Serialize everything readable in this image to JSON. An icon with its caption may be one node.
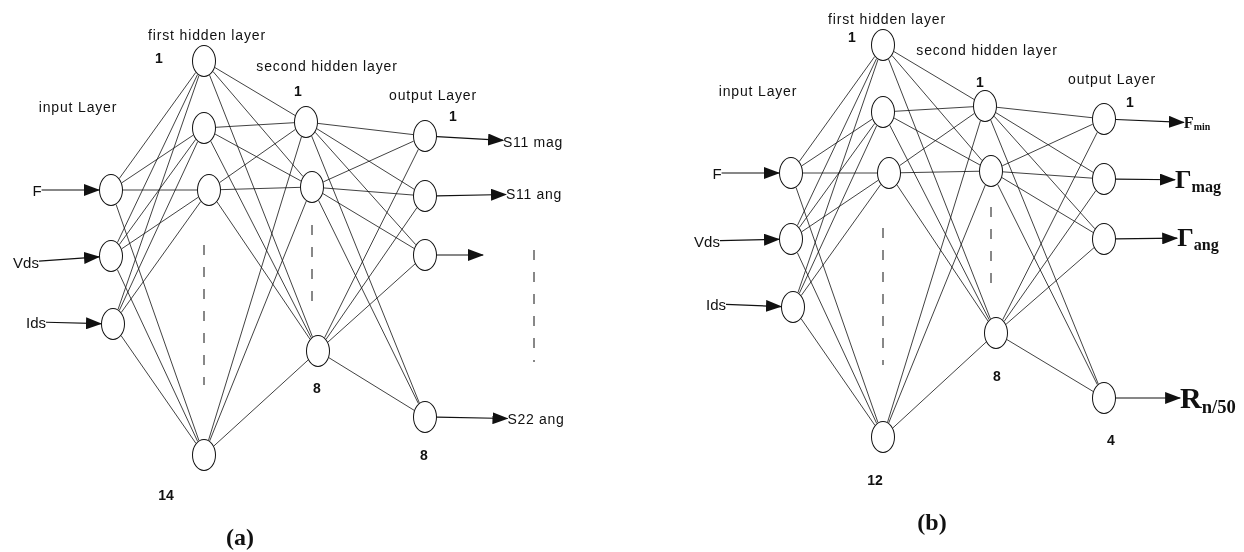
{
  "diagram": {
    "nodes": [
      {
        "text": [
          "F"
        ]
      },
      {
        "text": [
          "Vds"
        ]
      },
      {
        "text": [
          "Ids"
        ]
      },
      {
        "text": [],
        "shape": "circle"
      },
      {
        "text": [],
        "shape": "circle"
      },
      {
        "text": [],
        "shape": "circle"
      },
      {
        "text": [],
        "shape": "circle"
      },
      {
        "text": [],
        "shape": "circle"
      },
      {
        "text": [],
        "shape": "circle"
      },
      {
        "text": [],
        "shape": "circle"
      },
      {
        "text": [],
        "shape": "circle"
      },
      {
        "text": [],
        "shape": "circle"
      },
      {
        "text": [],
        "shape": "circle"
      },
      {
        "text": [],
        "shape": "circle"
      },
      {
        "text": [],
        "shape": "circle"
      },
      {
        "text": [],
        "shape": "circle"
      },
      {
        "text": [],
        "shape": "circle"
      },
      {
        "text": [
          "S11 mag"
        ]
      },
      {
        "text": [
          "S11 ang"
        ]
      },
      {
        "text": [
          "S22 ang"
        ]
      },
      {
        "text": [
          "F"
        ]
      },
      {
        "text": [
          "Vds"
        ]
      },
      {
        "text": [
          "Ids"
        ]
      },
      {
        "text": [],
        "shape": "circle"
      },
      {
        "text": [],
        "shape": "circle"
      },
      {
        "text": [],
        "shape": "circle"
      },
      {
        "text": [],
        "shape": "circle"
      },
      {
        "text": [],
        "shape": "circle"
      },
      {
        "text": [],
        "shape": "circle"
      },
      {
        "text": [],
        "shape": "circle"
      },
      {
        "text": [],
        "shape": "circle"
      },
      {
        "text": [],
        "shape": "circle"
      },
      {
        "text": [],
        "shape": "circle"
      },
      {
        "text": [],
        "shape": "circle"
      },
      {
        "text": [],
        "shape": "circle"
      },
      {
        "text": [],
        "shape": "circle"
      },
      {
        "text": [],
        "shape": "circle"
      },
      {
        "text": [
          "F$_{min}$"
        ]
      },
      {
        "text": [
          "Γ$_{mag}$"
        ]
      },
      {
        "text": [
          "Γ$_{ang}$"
        ]
      },
      {
        "text": [
          "R$_{n/50}$"
        ]
      }
    ],
    "edges": [
      {
        "from": 0,
        "to": 3,
        "arrow": "to"
      },
      {
        "from": 1,
        "to": 4,
        "arrow": "to"
      },
      {
        "from": 2,
        "to": 5,
        "arrow": "to"
      },
      {
        "from": 3,
        "to": 6,
        "arrow": "none"
      },
      {
        "from": 3,
        "to": 7,
        "arrow": "none"
      },
      {
        "from": 3,
        "to": 8,
        "arrow": "none"
      },
      {
        "from": 3,
        "to": 9,
        "arrow": "none"
      },
      {
        "from": 4,
        "to": 6,
        "arrow": "none"
      },
      {
        "from": 4,
        "to": 7,
        "arrow": "none"
      },
      {
        "from": 4,
        "to": 8,
        "arrow": "none"
      },
      {
        "from": 4,
        "to": 9,
        "arrow": "none"
      },
      {
        "from": 5,
        "to": 6,
        "arrow": "none"
      },
      {
        "from": 5,
        "to": 7,
        "arrow": "none"
      },
      {
        "from": 5,
        "to": 8,
        "arrow": "none"
      },
      {
        "from": 5,
        "to": 9,
        "arrow": "none"
      },
      {
        "from": 6,
        "to": 10,
        "arrow": "none"
      },
      {
        "from": 6,
        "to": 11,
        "arrow": "none"
      },
      {
        "from": 6,
        "to": 12,
        "arrow": "none"
      },
      {
        "from": 7,
        "to": 10,
        "arrow": "none"
      },
      {
        "from": 7,
        "to": 11,
        "arrow": "none"
      },
      {
        "from": 7,
        "to": 12,
        "arrow": "none"
      },
      {
        "from": 8,
        "to": 10,
        "arrow": "none"
      },
      {
        "from": 8,
        "to": 11,
        "arrow": "none"
      },
      {
        "from": 8,
        "to": 12,
        "arrow": "none"
      },
      {
        "from": 9,
        "to": 10,
        "arrow": "none"
      },
      {
        "from": 9,
        "to": 11,
        "arrow": "none"
      },
      {
        "from": 9,
        "to": 12,
        "arrow": "none"
      },
      {
        "from": 10,
        "to": 13,
        "arrow": "none"
      },
      {
        "from": 10,
        "to": 14,
        "arrow": "none"
      },
      {
        "from": 10,
        "to": 15,
        "arrow": "none"
      },
      {
        "from": 10,
        "to": 16,
        "arrow": "none"
      },
      {
        "from": 11,
        "to": 13,
        "arrow": "none"
      },
      {
        "from": 11,
        "to": 14,
        "arrow": "none"
      },
      {
        "from": 11,
        "to": 15,
        "arrow": "none"
      },
      {
        "from": 11,
        "to": 16,
        "arrow": "none"
      },
      {
        "from": 12,
        "to": 13,
        "arrow": "none"
      },
      {
        "from": 12,
        "to": 14,
        "arrow": "none"
      },
      {
        "from": 12,
        "to": 15,
        "arrow": "none"
      },
      {
        "from": 12,
        "to": 16,
        "arrow": "none"
      },
      {
        "from": 13,
        "to": 17,
        "arrow": "to"
      },
      {
        "from": 14,
        "to": 18,
        "arrow": "to"
      },
      {
        "from": 15,
        "to": null,
        "arrow": "to"
      },
      {
        "from": 16,
        "to": 19,
        "arrow": "to"
      },
      {
        "from": 20,
        "to": 23,
        "arrow": "to"
      },
      {
        "from": 21,
        "to": 24,
        "arrow": "to"
      },
      {
        "from": 22,
        "to": 25,
        "arrow": "to"
      },
      {
        "from": 23,
        "to": 26,
        "arrow": "none"
      },
      {
        "from": 23,
        "to": 27,
        "arrow": "none"
      },
      {
        "from": 23,
        "to": 28,
        "arrow": "none"
      },
      {
        "from": 23,
        "to": 29,
        "arrow": "none"
      },
      {
        "from": 24,
        "to": 26,
        "arrow": "none"
      },
      {
        "from": 24,
        "to": 27,
        "arrow": "none"
      },
      {
        "from": 24,
        "to": 28,
        "arrow": "none"
      },
      {
        "from": 24,
        "to": 29,
        "arrow": "none"
      },
      {
        "from": 25,
        "to": 26,
        "arrow": "none"
      },
      {
        "from": 25,
        "to": 27,
        "arrow": "none"
      },
      {
        "from": 25,
        "to": 28,
        "arrow": "none"
      },
      {
        "from": 25,
        "to": 29,
        "arrow": "none"
      },
      {
        "from": 26,
        "to": 30,
        "arrow": "none"
      },
      {
        "from": 26,
        "to": 31,
        "arrow": "none"
      },
      {
        "from": 26,
        "to": 32,
        "arrow": "none"
      },
      {
        "from": 27,
        "to": 30,
        "arrow": "none"
      },
      {
        "from": 27,
        "to": 31,
        "arrow": "none"
      },
      {
        "from": 27,
        "to": 32,
        "arrow": "none"
      },
      {
        "from": 28,
        "to": 30,
        "arrow": "none"
      },
      {
        "from": 28,
        "to": 31,
        "arrow": "none"
      },
      {
        "from": 28,
        "to": 32,
        "arrow": "none"
      },
      {
        "from": 29,
        "to": 30,
        "arrow": "none"
      },
      {
        "from": 29,
        "to": 31,
        "arrow": "none"
      },
      {
        "from": 29,
        "to": 32,
        "arrow": "none"
      },
      {
        "from": 30,
        "to": 33,
        "arrow": "none"
      },
      {
        "from": 30,
        "to": 34,
        "arrow": "none"
      },
      {
        "from": 30,
        "to": 35,
        "arrow": "none"
      },
      {
        "from": 30,
        "to": 36,
        "arrow": "none"
      },
      {
        "from": 31,
        "to": 33,
        "arrow": "none"
      },
      {
        "from": 31,
        "to": 34,
        "arrow": "none"
      },
      {
        "from": 31,
        "to": 35,
        "arrow": "none"
      },
      {
        "from": 31,
        "to": 36,
        "arrow": "none"
      },
      {
        "from": 32,
        "to": 33,
        "arrow": "none"
      },
      {
        "from": 32,
        "to": 34,
        "arrow": "none"
      },
      {
        "from": 32,
        "to": 35,
        "arrow": "none"
      },
      {
        "from": 32,
        "to": 36,
        "arrow": "none"
      },
      {
        "from": 33,
        "to": 37,
        "arrow": "to"
      },
      {
        "from": 34,
        "to": 38,
        "arrow": "to"
      },
      {
        "from": 35,
        "to": 39,
        "arrow": "to"
      },
      {
        "from": 36,
        "to": 40,
        "arrow": "to"
      }
    ],
    "labels": [
      "first hidden layer",
      "1",
      "second hidden layer",
      "1",
      "input Layer",
      "output Layer",
      "1",
      "8",
      "8",
      "14",
      "(a)",
      "first hidden layer",
      "1",
      "second hidden layer",
      "1",
      "input Layer",
      "output Layer",
      "1",
      "8",
      "4",
      "12",
      "(b)"
    ]
  }
}
